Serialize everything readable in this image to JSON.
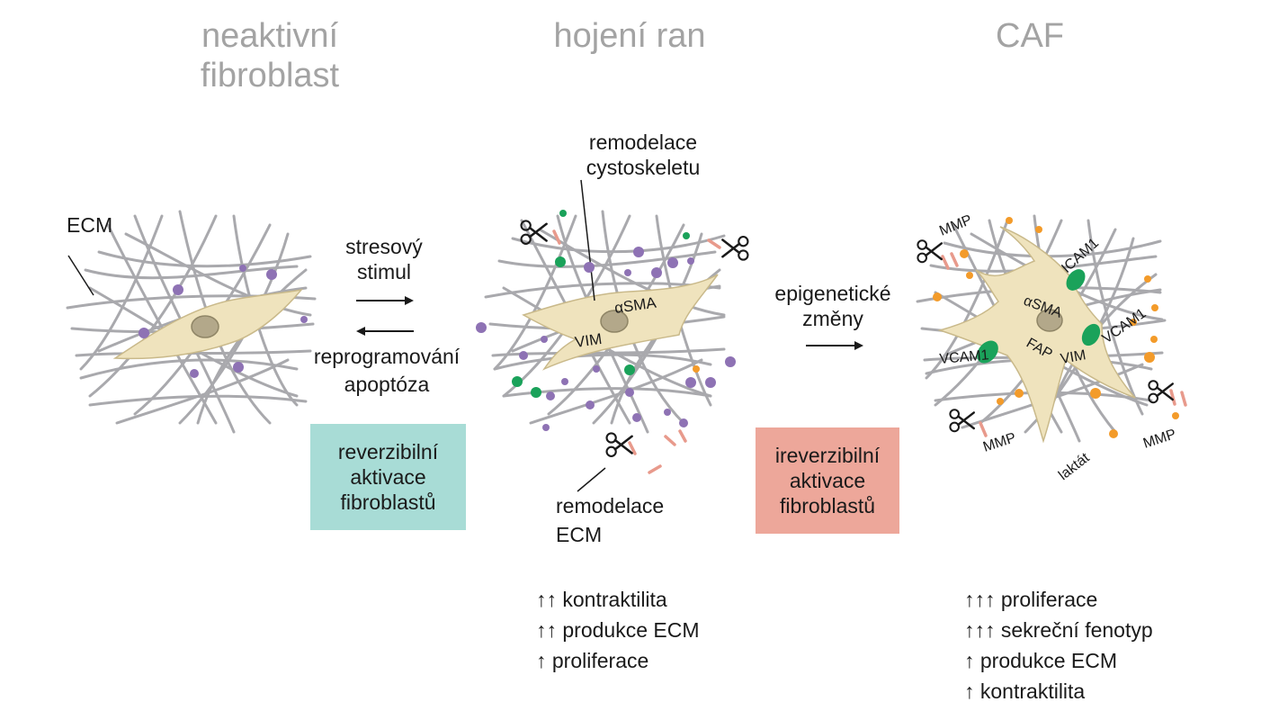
{
  "stages": {
    "inactive": {
      "title_line1": "neaktivní",
      "title_line2": "fibroblast"
    },
    "wound": {
      "title": "hojení ran"
    },
    "caf": {
      "title": "CAF"
    }
  },
  "labels": {
    "ecm": "ECM",
    "stress_line1": "stresový",
    "stress_line2": "stimul",
    "reprog": "reprogramování",
    "apoptosis": "apoptóza",
    "cyto_line1": "remodelace",
    "cyto_line2": "cystoskeletu",
    "ecm_remod_line1": "remodelace",
    "ecm_remod_line2": "ECM",
    "epi_line1": "epigenetické",
    "epi_line2": "změny",
    "asma": "αSMA",
    "vim": "VIM",
    "fap": "FAP",
    "icam1": "ICAM1",
    "vcam1": "VCAM1",
    "mmp": "MMP",
    "laktat": "laktát"
  },
  "boxes": {
    "reversible": {
      "line1": "reverzibilní",
      "line2": "aktivace",
      "line3": "fibroblastů",
      "color": "#a8dcd6"
    },
    "irreversible": {
      "line1": "ireverzibilní",
      "line2": "aktivace",
      "line3": "fibroblastů",
      "color": "#eda79a"
    }
  },
  "wound_effects": [
    "↑↑ kontraktilita",
    "↑↑ produkce ECM",
    "↑ proliferace"
  ],
  "caf_effects": [
    "↑↑↑ proliferace",
    "↑↑↑ sekreční fenotyp",
    "↑ produkce ECM",
    "↑ kontraktilita"
  ],
  "colors": {
    "title": "#a3a3a3",
    "fiber": "#a9a9ad",
    "cell_fill": "#efe3bd",
    "cell_stroke": "#c9b98a",
    "nucleus": "#b3a88a",
    "purple_dot": "#8e72b4",
    "green_dot": "#1aa25a",
    "orange_dot": "#f39b2a",
    "pink_dash": "#e89a8c"
  }
}
